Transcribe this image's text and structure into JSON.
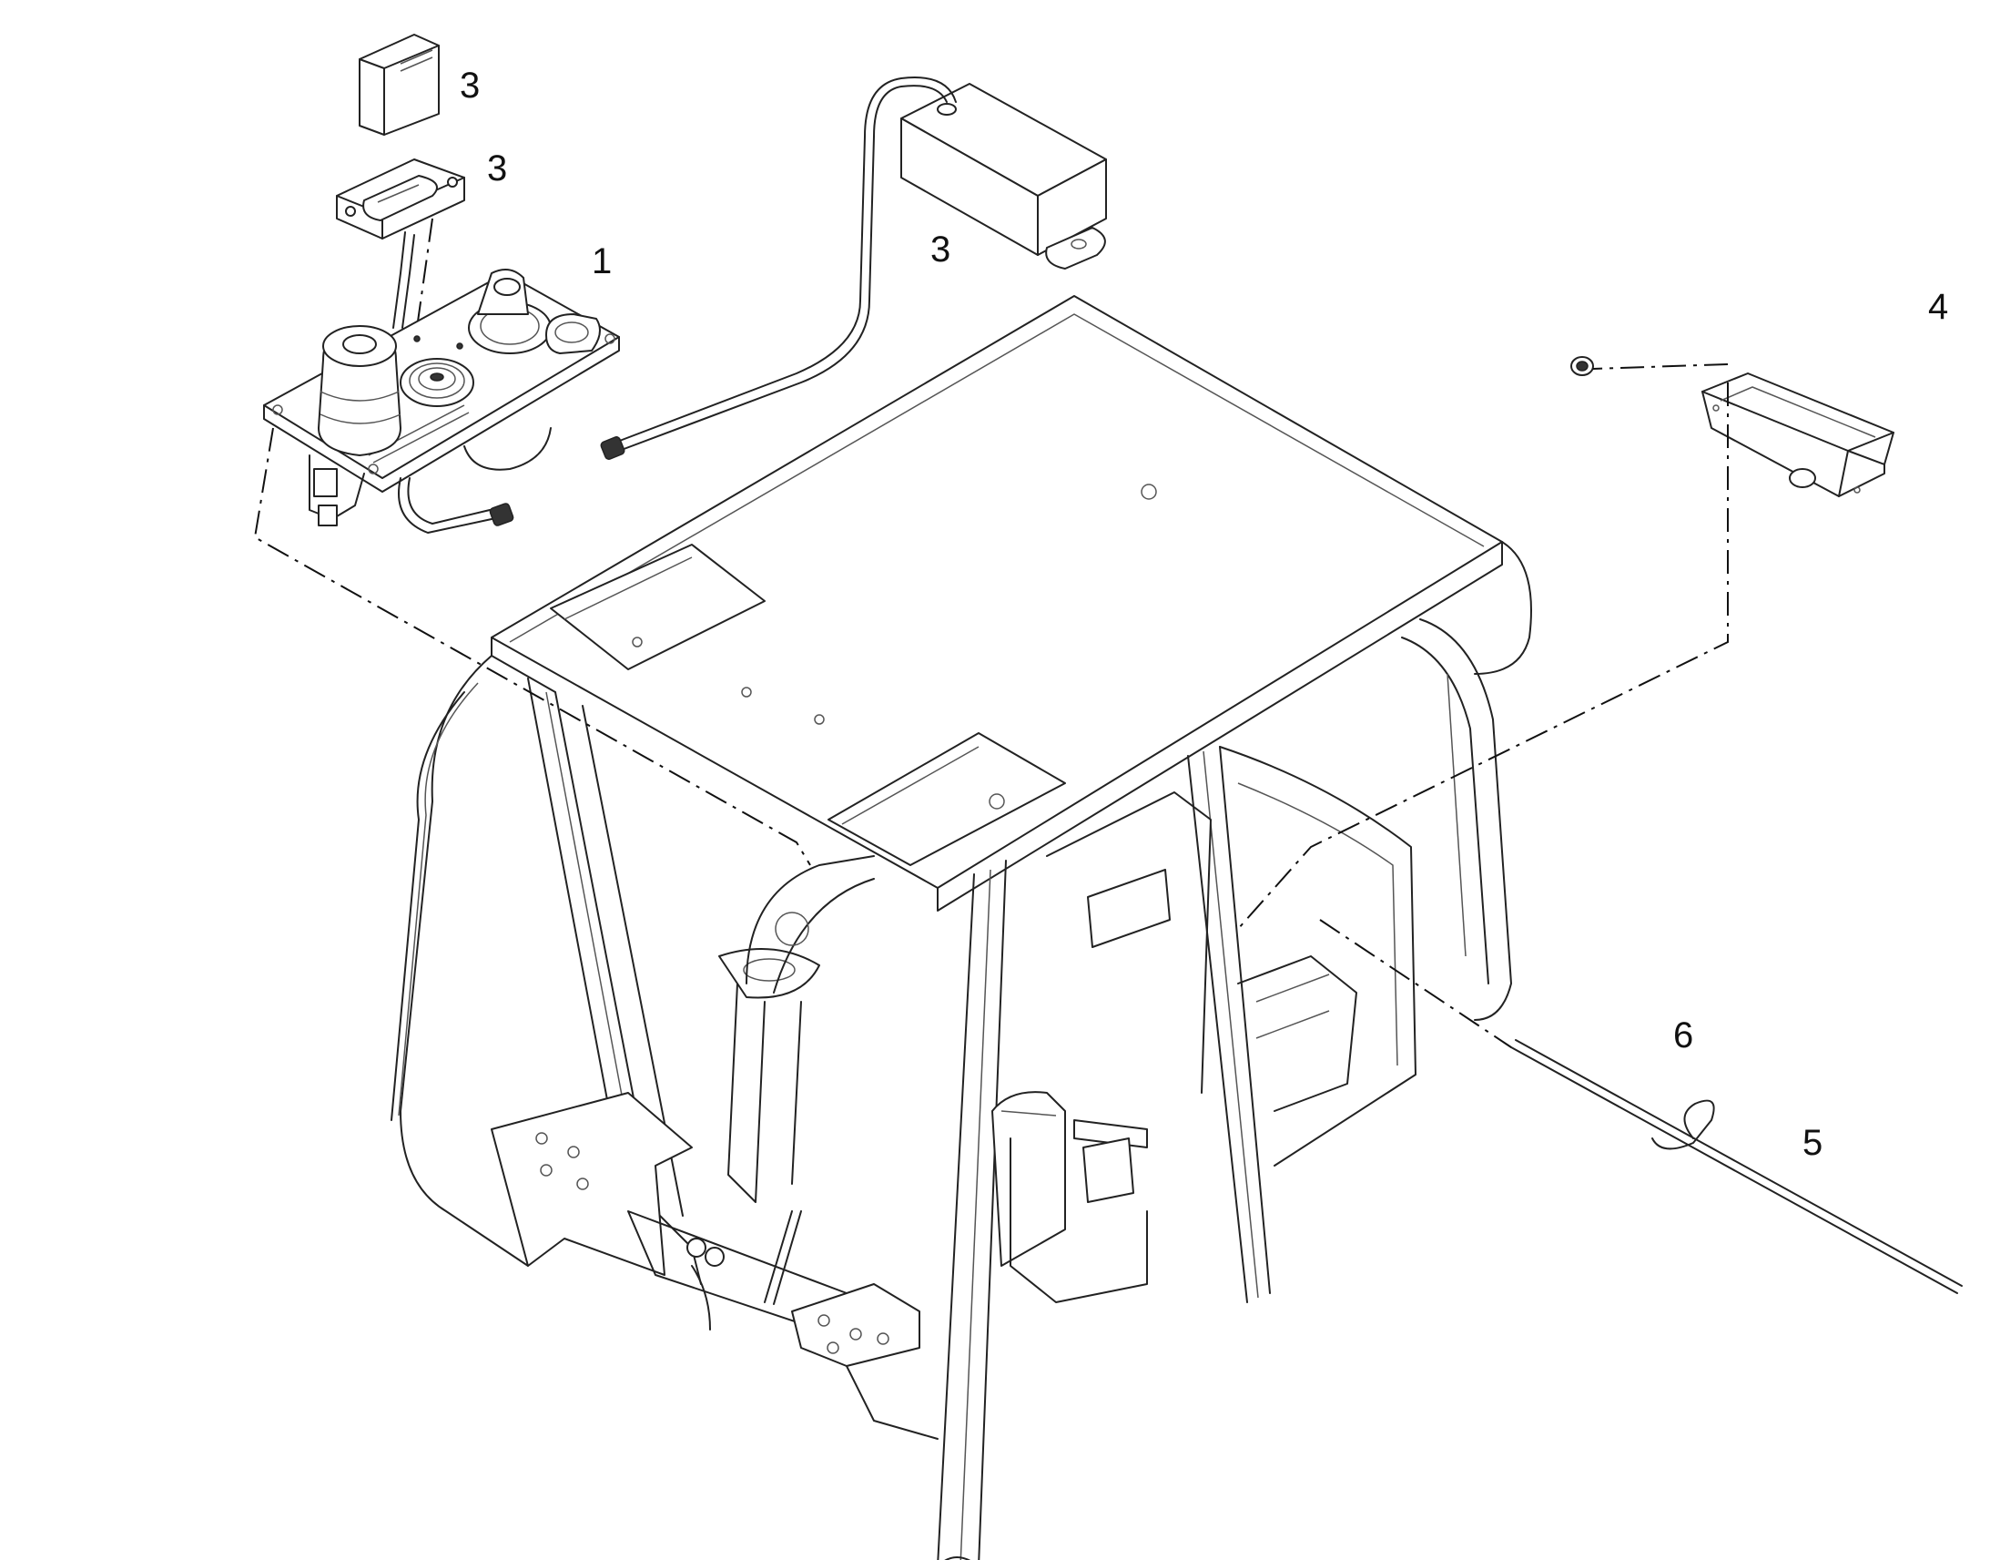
{
  "callouts": {
    "c1": "1",
    "c3a": "3",
    "c3b": "3",
    "c3c": "3",
    "c4": "4",
    "c5": "5",
    "c6": "6"
  },
  "colors": {
    "line": "#222222",
    "background": "#ffffff"
  }
}
